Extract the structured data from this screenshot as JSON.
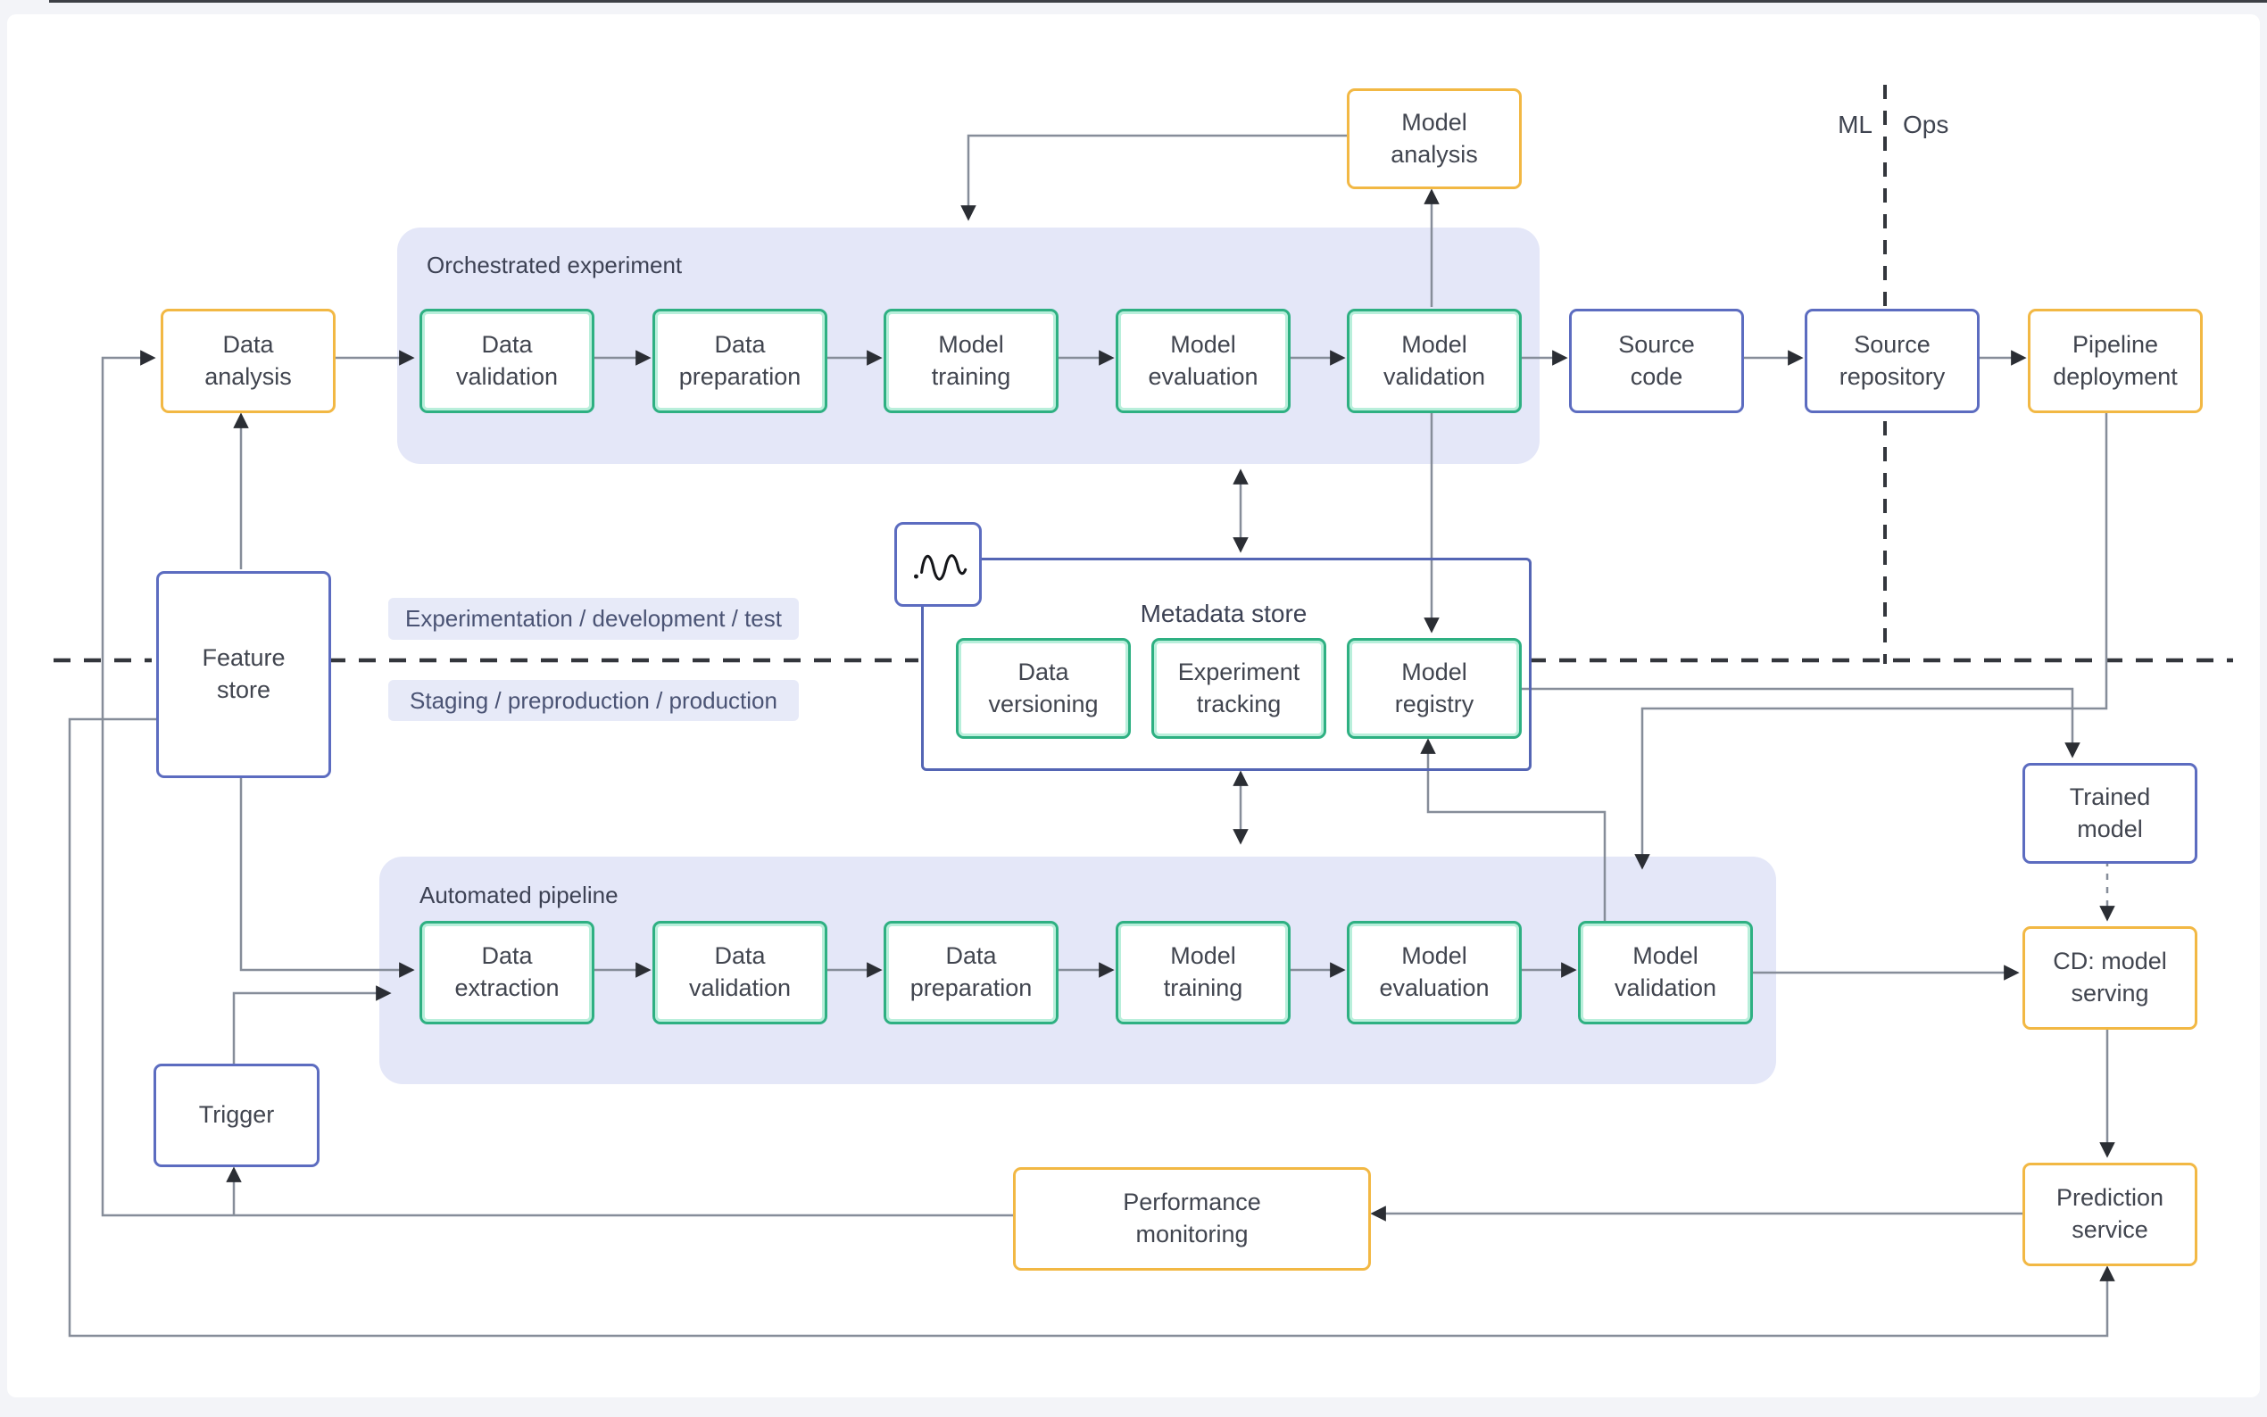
{
  "lanes": {
    "ml_label": "ML",
    "ops_label": "Ops",
    "top_environment": "Experimentation / development / test",
    "bottom_environment": "Staging / preproduction / production"
  },
  "containers": {
    "orchestrated_experiment": "Orchestrated experiment",
    "automated_pipeline": "Automated pipeline",
    "metadata_store": "Metadata store"
  },
  "nodes": {
    "data_analysis": "Data\nanalysis",
    "data_validation_1": "Data\nvalidation",
    "data_preparation_1": "Data\npreparation",
    "model_training_1": "Model\ntraining",
    "model_evaluation_1": "Model\nevaluation",
    "model_validation_1": "Model\nvalidation",
    "model_analysis": "Model\nanalysis",
    "source_code": "Source\ncode",
    "source_repository": "Source\nrepository",
    "pipeline_deployment": "Pipeline\ndeployment",
    "feature_store": "Feature\nstore",
    "data_versioning": "Data\nversioning",
    "experiment_tracking": "Experiment\ntracking",
    "model_registry": "Model\nregistry",
    "data_extraction": "Data\nextraction",
    "data_validation_2": "Data\nvalidation",
    "data_preparation_2": "Data\npreparation",
    "model_training_2": "Model\ntraining",
    "model_evaluation_2": "Model\nevaluation",
    "model_validation_2": "Model\nvalidation",
    "trained_model": "Trained\nmodel",
    "cd_model_serving": "CD: model\nserving",
    "trigger": "Trigger",
    "performance_monitoring": "Performance\nmonitoring",
    "prediction_service": "Prediction\nservice"
  },
  "icons": {
    "wave_icon": "metrics-waveform"
  },
  "colors": {
    "orange_border": "#f2b844",
    "green_border": "#2eb082",
    "blue_border": "#5c6cc0",
    "container_fill": "#e4e7f8",
    "pill_fill": "#e7eaf8",
    "wire": "#868d99",
    "arrowhead": "#2b2e34",
    "dashed_line": "#33363c",
    "text": "#41454f",
    "canvas": "#ffffff",
    "page_background": "#f3f4f8"
  }
}
